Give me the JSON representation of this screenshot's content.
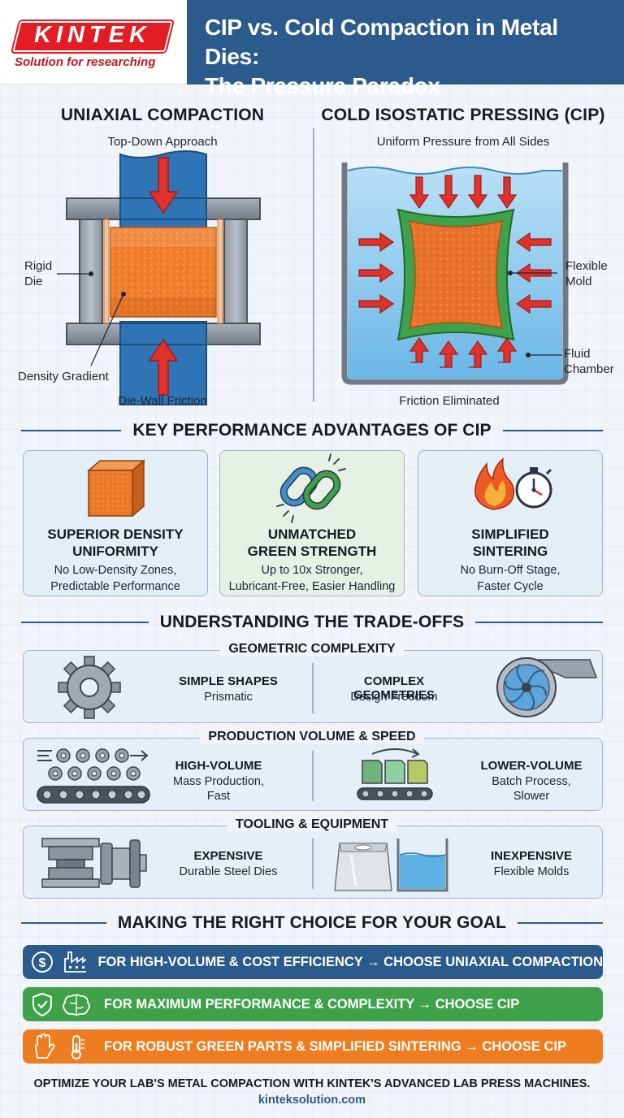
{
  "header": {
    "logo_text": "KINTEK",
    "logo_tagline": "Solution for researching",
    "title_line1": "CIP vs. Cold Compaction in Metal Dies:",
    "title_line2": "The Pressure Paradox"
  },
  "comparison": {
    "uniaxial": {
      "title": "UNIAXIAL COMPACTION",
      "subtitle": "Top-Down Approach",
      "label_rigid_die_1": "Rigid",
      "label_rigid_die_2": "Die",
      "label_density_gradient": "Density Gradient",
      "label_die_wall_friction": "Die-Wall Friction"
    },
    "cip": {
      "title": "COLD ISOSTATIC PRESSING (CIP)",
      "subtitle": "Uniform Pressure from All Sides",
      "label_flexible_mold_1": "Flexible",
      "label_flexible_mold_2": "Mold",
      "label_fluid_chamber_1": "Fluid",
      "label_fluid_chamber_2": "Chamber",
      "label_friction_eliminated": "Friction Eliminated"
    }
  },
  "advantages": {
    "heading": "KEY PERFORMANCE ADVANTAGES OF CIP",
    "cards": [
      {
        "title_1": "SUPERIOR DENSITY",
        "title_2": "UNIFORMITY",
        "desc_1": "No Low-Density Zones,",
        "desc_2": "Predictable Performance",
        "icon": "cube-icon"
      },
      {
        "title_1": "UNMATCHED",
        "title_2": "GREEN STRENGTH",
        "desc_1": "Up to 10x Stronger,",
        "desc_2": "Lubricant-Free, Easier Handling",
        "icon": "chain-link-icon"
      },
      {
        "title_1": "SIMPLIFIED",
        "title_2": "SINTERING",
        "desc_1": "No Burn-Off Stage,",
        "desc_2": "Faster Cycle",
        "icon": "flame-stopwatch-icon"
      }
    ]
  },
  "tradeoffs": {
    "heading": "UNDERSTANDING THE TRADE-OFFS",
    "geometric": {
      "label": "GEOMETRIC COMPLEXITY",
      "left_head": "SIMPLE SHAPES",
      "left_sub": "Prismatic",
      "right_head": "COMPLEX GEOMETRIES",
      "right_sub": "Design Freedom"
    },
    "production": {
      "label": "PRODUCTION VOLUME & SPEED",
      "left_head": "HIGH-VOLUME",
      "left_sub_1": "Mass Production,",
      "left_sub_2": "Fast",
      "right_head": "LOWER-VOLUME",
      "right_sub_1": "Batch Process,",
      "right_sub_2": "Slower"
    },
    "tooling": {
      "label": "TOOLING & EQUIPMENT",
      "left_head": "EXPENSIVE",
      "left_sub": "Durable Steel Dies",
      "right_head": "INEXPENSIVE",
      "right_sub": "Flexible Molds"
    }
  },
  "choices": {
    "heading": "MAKING THE RIGHT CHOICE FOR YOUR GOAL",
    "items": [
      {
        "text": "FOR HIGH-VOLUME & COST EFFICIENCY → CHOOSE UNIAXIAL COMPACTION",
        "color": "#2b5a8c"
      },
      {
        "text": "FOR MAXIMUM PERFORMANCE & COMPLEXITY → CHOOSE CIP",
        "color": "#3fa24a"
      },
      {
        "text": "FOR ROBUST GREEN PARTS & SIMPLIFIED SINTERING → CHOOSE CIP",
        "color": "#ee7d22"
      }
    ]
  },
  "footer": {
    "main": "OPTIMIZE YOUR LAB'S METAL COMPACTION WITH KINTEK'S ADVANCED LAB PRESS MACHINES.",
    "url": "kinteksolution.com"
  },
  "colors": {
    "brand_blue": "#2b5a8c",
    "brand_red": "#e21d23",
    "powder_orange": "#ee7d22",
    "mold_green": "#3fa24a",
    "arrow_red": "#e0322d",
    "fluid_blue": "#7ec3ea"
  }
}
